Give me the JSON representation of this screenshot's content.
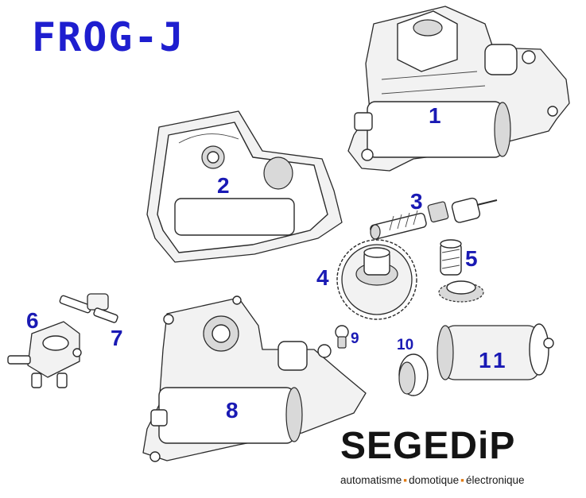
{
  "title": "FROG-J",
  "colors": {
    "title": "#1e1ecf",
    "callout": "#1a1ab4",
    "logo_dot": "#e07a12"
  },
  "callouts": [
    "1",
    "2",
    "3",
    "4",
    "5",
    "6",
    "7",
    "8",
    "9",
    "10",
    "11"
  ],
  "logo": {
    "word": "SEGEDiP",
    "tagline": [
      "automatisme",
      "domotique",
      "électronique"
    ]
  }
}
